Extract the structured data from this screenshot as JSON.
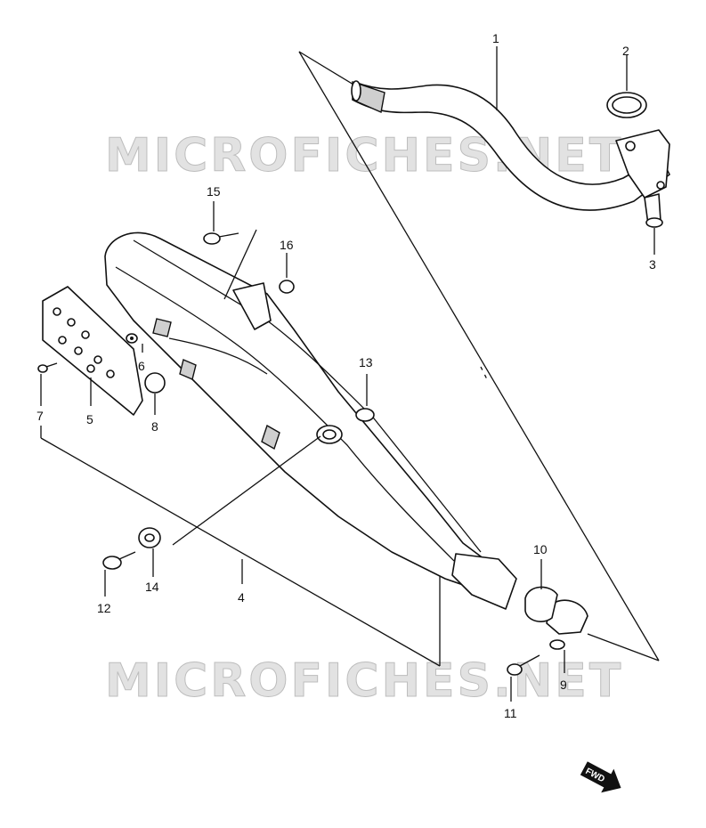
{
  "watermark": {
    "text": "MICROFICHES.NET"
  },
  "fwd_badge": {
    "label": "FWD"
  },
  "callouts": {
    "c1": "1",
    "c2": "2",
    "c3": "3",
    "c4": "4",
    "c5": "5",
    "c6": "6",
    "c7": "7",
    "c8": "8",
    "c9": "9",
    "c10": "10",
    "c11": "11",
    "c12": "12",
    "c13": "13",
    "c14": "14",
    "c15": "15",
    "c16": "16"
  }
}
